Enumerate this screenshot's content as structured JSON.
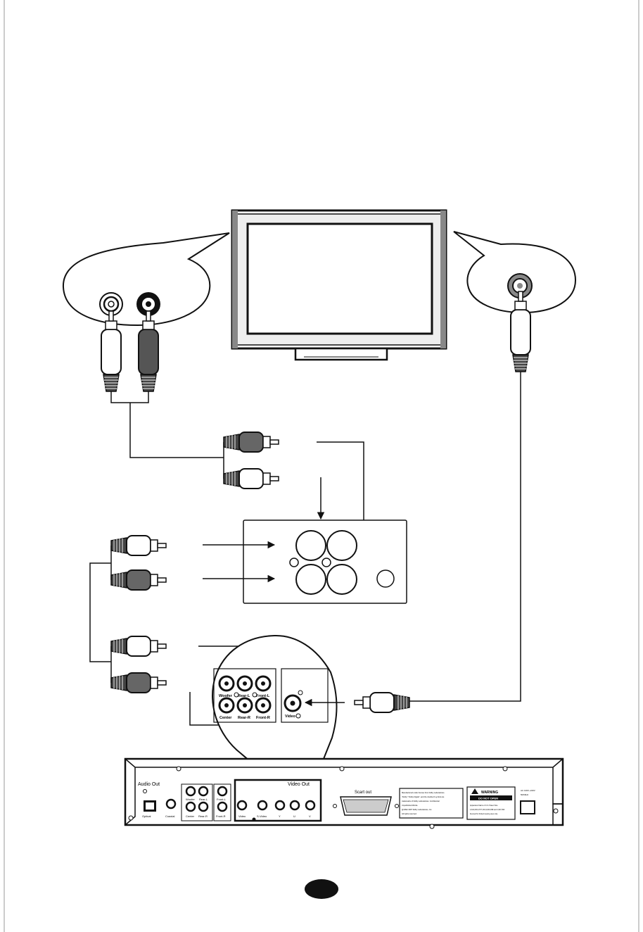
{
  "player": {
    "audio_out_label": "Audio Out",
    "video_out_label": "Video Out",
    "scart_label": "Scart out",
    "jacks": {
      "optical": "Optical",
      "coaxial": "Coaxial",
      "center": "Center",
      "rear_r": "Rear-R",
      "front_r": "Front-R",
      "woofer": "Woofer",
      "rear_l": "Rear-L",
      "front_l": "Front-L",
      "video": "Video",
      "s_video": "S-Video",
      "y": "Y",
      "u": "U",
      "v": "V"
    },
    "dolby_text": [
      "Manufactured under license from Dolby Laboratories.",
      "\"Dolby\",\"Dolby Digital\", and the double-D symbol are",
      "trademarks of Dolby Laboratories. Confidential",
      "Unpublished Works.",
      "@1992-1997 Dolby Laboratories, Inc.",
      "All rights reserved."
    ],
    "warning_title": "WARNING",
    "warning_sub": "DO NOT OPEN",
    "patent_text": [
      "Apparatus Claims of U.S. Patent Nos.",
      "4,631,603;4,577,216;4,819,098 and 4,907,093",
      "licensed for limited viewing uses only."
    ],
    "power_label": [
      "AC 100V~240V",
      "50/60Hz"
    ]
  },
  "zoom": {
    "woofer": "Woofer",
    "rear_l": "Rear-L",
    "front_l": "Front-L",
    "center": "Center",
    "rear_r": "Rear-R",
    "front_r": "Front-R",
    "video": "Video"
  },
  "colors": {
    "line": "#111111",
    "dark_plug": "#555555",
    "light_plug": "#ffffff",
    "page_badge": "#111111"
  }
}
